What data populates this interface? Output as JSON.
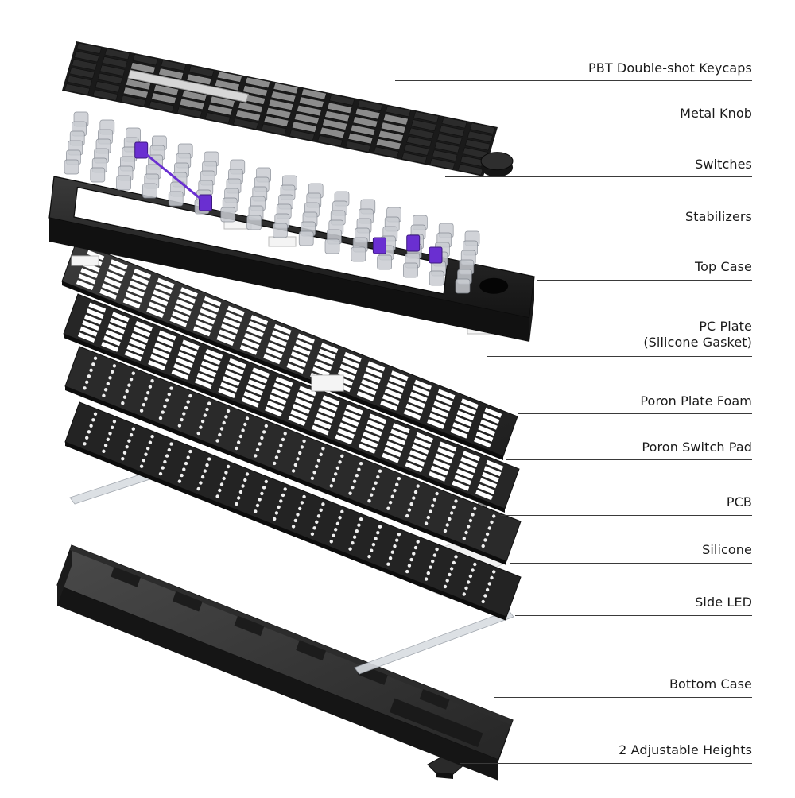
{
  "diagram": {
    "layers": [
      {
        "id": "keycaps",
        "lines": [
          "PBT Double-shot Keycaps"
        ]
      },
      {
        "id": "knob",
        "lines": [
          "Metal Knob"
        ]
      },
      {
        "id": "switches",
        "lines": [
          "Switches"
        ]
      },
      {
        "id": "stabs",
        "lines": [
          "Stabilizers"
        ]
      },
      {
        "id": "topcase",
        "lines": [
          "Top Case"
        ]
      },
      {
        "id": "pcplate",
        "lines": [
          "PC Plate",
          "(Silicone Gasket)"
        ]
      },
      {
        "id": "platefoam",
        "lines": [
          "Poron Plate Foam"
        ]
      },
      {
        "id": "switchpad",
        "lines": [
          "Poron Switch Pad"
        ]
      },
      {
        "id": "pcb",
        "lines": [
          "PCB"
        ]
      },
      {
        "id": "silicone",
        "lines": [
          "Silicone"
        ]
      },
      {
        "id": "sideled",
        "lines": [
          "Side LED"
        ]
      },
      {
        "id": "bottom",
        "lines": [
          "Bottom Case"
        ]
      },
      {
        "id": "feet",
        "lines": [
          "2 Adjustable Heights"
        ]
      }
    ],
    "colors": {
      "dark_key": "#2b2b2b",
      "gray_key": "#8c8c8c",
      "light_key": "#d6d6d6",
      "case": "#1e1e1e",
      "stab_purple": "#6a2fd1",
      "switch_clear": "#c9ccd2",
      "silicone": "#f2f2f2",
      "leader": "#3a3a3a",
      "text": "#1a1a1a"
    }
  }
}
